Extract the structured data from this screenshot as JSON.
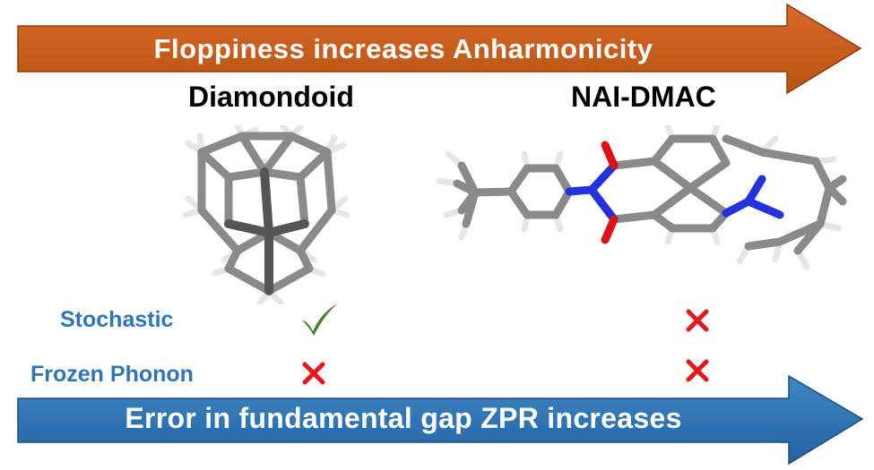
{
  "top_arrow": {
    "text": "Floppiness increases Anharmonicity",
    "color": "#c55a11"
  },
  "bottom_arrow": {
    "text": "Error in fundamental gap ZPR increases",
    "color": "#2e75b6"
  },
  "molecules": [
    {
      "name": "Diamondoid",
      "icon": "diamondoid-molecule"
    },
    {
      "name": "NAI-DMAC",
      "icon": "nai-dmac-molecule"
    }
  ],
  "methods": [
    {
      "label": "Stochastic",
      "results": [
        "check",
        "cross"
      ]
    },
    {
      "label": "Frozen Phonon",
      "results": [
        "cross",
        "cross"
      ]
    }
  ],
  "colors": {
    "method_text": "#2f75b5",
    "check": "#4e7f2a",
    "cross": "#e8151b",
    "atom_N": "#2233dd",
    "atom_O": "#dd1111"
  }
}
